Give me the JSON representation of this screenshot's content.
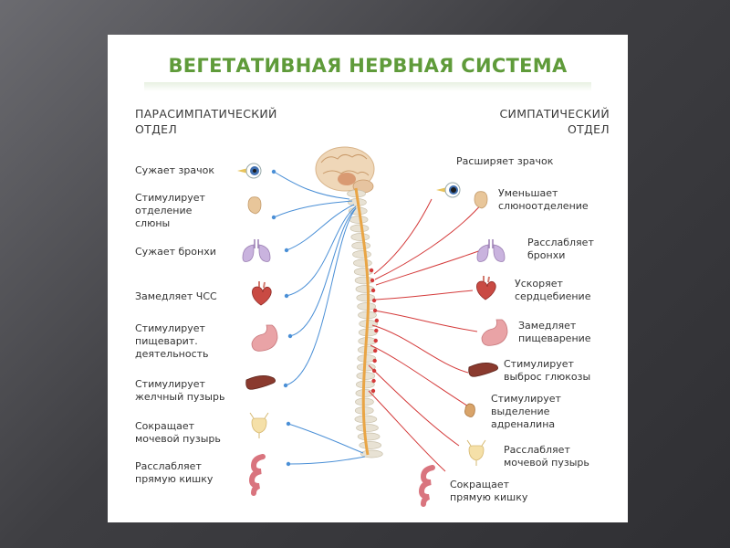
{
  "title": "ВЕГЕТАТИВНАЯ НЕРВНАЯ СИСТЕМА",
  "left_header": [
    "ПАРАСИМПАТИЧЕСКИЙ",
    "ОТДЕЛ"
  ],
  "right_header": [
    "СИМПАТИЧЕСКИЙ",
    "ОТДЕЛ"
  ],
  "parasympathetic": [
    {
      "lines": [
        "Сужает зрачок"
      ],
      "icon": "eye-icon"
    },
    {
      "lines": [
        "Стимулирует",
        "отделение",
        "слюны"
      ],
      "icon": "salivary-gland-icon"
    },
    {
      "lines": [
        "Сужает бронхи"
      ],
      "icon": "lungs-icon"
    },
    {
      "lines": [
        "Замедляет ЧСС"
      ],
      "icon": "heart-icon"
    },
    {
      "lines": [
        "Стимулирует",
        "пищеварит.",
        "деятельность"
      ],
      "icon": "stomach-icon"
    },
    {
      "lines": [
        "Стимулирует",
        "желчный пузырь"
      ],
      "icon": "liver-icon"
    },
    {
      "lines": [
        "Сокращает",
        "мочевой пузырь"
      ],
      "icon": "bladder-icon"
    },
    {
      "lines": [
        "Расслабляет",
        "прямую кишку"
      ],
      "icon": "intestine-icon"
    }
  ],
  "sympathetic": [
    {
      "lines": [
        "Расширяет зрачок"
      ],
      "icon": "eye-icon"
    },
    {
      "lines": [
        "Уменьшает",
        "слюноотделение"
      ],
      "icon": "salivary-gland-icon"
    },
    {
      "lines": [
        "Расслабляет",
        "бронхи"
      ],
      "icon": "lungs-icon"
    },
    {
      "lines": [
        "Ускоряет",
        "сердцебиение"
      ],
      "icon": "heart-icon"
    },
    {
      "lines": [
        "Замедляет",
        "пищеварение"
      ],
      "icon": "stomach-icon"
    },
    {
      "lines": [
        "Стимулирует",
        "выброс глюкозы"
      ],
      "icon": "liver-icon"
    },
    {
      "lines": [
        "Стимулирует",
        "выделение",
        "адреналина"
      ],
      "icon": "adrenal-gland-icon"
    },
    {
      "lines": [
        "Расслабляет",
        "мочевой пузырь"
      ],
      "icon": "bladder-icon"
    },
    {
      "lines": [
        "Сокращает",
        "прямую кишку"
      ],
      "icon": "intestine-icon"
    }
  ],
  "colors": {
    "title": "#5f9b3a",
    "parasympathetic_nerve": "#4a8fd6",
    "sympathetic_nerve": "#d43a3a",
    "spinal_cord": "#e9a545",
    "vertebra": "#e8e2d4"
  }
}
